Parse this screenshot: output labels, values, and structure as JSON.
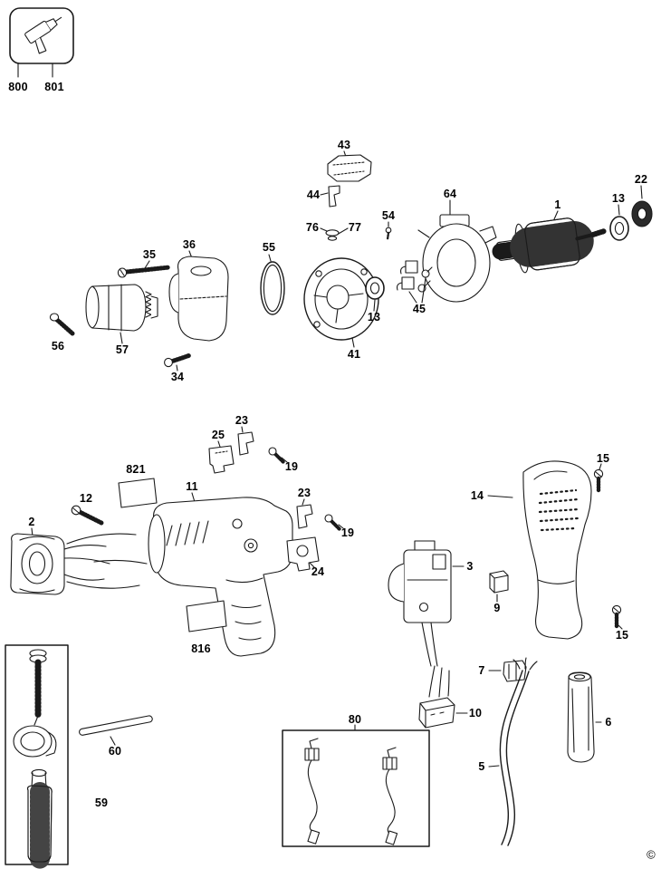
{
  "labels": [
    {
      "text": "800"
    },
    {
      "text": "801"
    },
    {
      "text": "43"
    },
    {
      "text": "44"
    },
    {
      "text": "76"
    },
    {
      "text": "77"
    },
    {
      "text": "54"
    },
    {
      "text": "64"
    },
    {
      "text": "1"
    },
    {
      "text": "13"
    },
    {
      "text": "22"
    },
    {
      "text": "35"
    },
    {
      "text": "36"
    },
    {
      "text": "55"
    },
    {
      "text": "13"
    },
    {
      "text": "41"
    },
    {
      "text": "45"
    },
    {
      "text": "56"
    },
    {
      "text": "57"
    },
    {
      "text": "34"
    },
    {
      "text": "23"
    },
    {
      "text": "25"
    },
    {
      "text": "19"
    },
    {
      "text": "821"
    },
    {
      "text": "11"
    },
    {
      "text": "12"
    },
    {
      "text": "14"
    },
    {
      "text": "15"
    },
    {
      "text": "23"
    },
    {
      "text": "19"
    },
    {
      "text": "2"
    },
    {
      "text": "24"
    },
    {
      "text": "3"
    },
    {
      "text": "9"
    },
    {
      "text": "816"
    },
    {
      "text": "15"
    },
    {
      "text": "7"
    },
    {
      "text": "10"
    },
    {
      "text": "6"
    },
    {
      "text": "5"
    },
    {
      "text": "60"
    },
    {
      "text": "59"
    },
    {
      "text": "80"
    },
    {
      "text": "©"
    }
  ]
}
